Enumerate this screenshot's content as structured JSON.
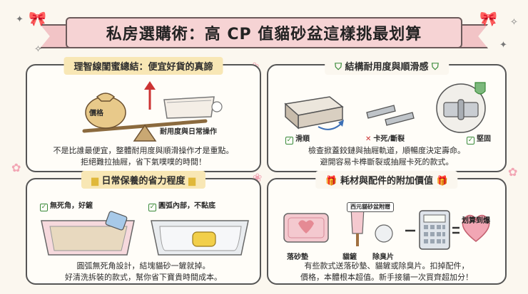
{
  "title": "私房選購術：高 CP 值貓砂盆這樣挑最划算",
  "panels": {
    "budget": {
      "title": "理智線閨蜜總結：便宜好貨的真諦",
      "price_tag": "價格",
      "durability_label": "耐用度與日常操作",
      "caption_1": "不是比誰最便宜，整體耐用度與順滑操作才是重點。",
      "caption_2": "拒絕難拉抽屜，省下氣噗噗的時間！"
    },
    "durability": {
      "title": "結構耐用度與順滑感",
      "smooth_label": "滑順",
      "stuck_label": "卡死/斷裂",
      "sturdy_label": "堅固",
      "caption_1": "檢查掀蓋鉸鏈與抽屜軌道，順暢度決定壽命。",
      "caption_2": "避開容易卡榫斷裂或抽屜卡死的款式。"
    },
    "cleaning": {
      "title": "日常保養的省力程度",
      "no_corner_label": "無死角，好鏟",
      "round_label": "圓弧內部，不黏底",
      "caption_1": "圓弧無死角設計，結塊貓砂一鏟就掉。",
      "caption_2": "好清洗拆裝的款式，幫你省下寶貴時間成本。"
    },
    "accessories": {
      "title": "耗材與配件的附加價值",
      "tag": "西元貓砂盆附贈",
      "mat_label": "落砂墊",
      "scoop_label": "貓鏟",
      "deodorant_label": "除臭片",
      "heart_text": "划算到爆",
      "caption_1": "有些款式送落砂墊、貓鏟或除臭片。扣掉配件，",
      "caption_2": "價格，本體根本超值。新手接貓一次買齊超加分！"
    }
  },
  "colors": {
    "banner": "#f6d3d4",
    "title_highlight": "#f8e7b5",
    "check_green": "#3a8a3a",
    "cross_red": "#cc3333",
    "pink": "#e58a94"
  }
}
